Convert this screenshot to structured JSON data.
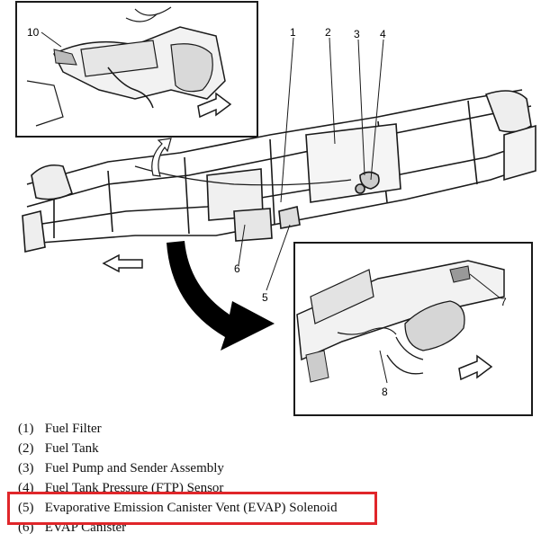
{
  "callouts": {
    "c1": "1",
    "c2": "2",
    "c3": "3",
    "c4": "4",
    "c5": "5",
    "c6": "6",
    "c7": "7",
    "c8": "8",
    "c10": "10"
  },
  "legend": [
    {
      "num": "(1)",
      "label": "Fuel Filter"
    },
    {
      "num": "(2)",
      "label": "Fuel Tank"
    },
    {
      "num": "(3)",
      "label": "Fuel Pump and Sender Assembly"
    },
    {
      "num": "(4)",
      "label": "Fuel Tank Pressure (FTP) Sensor"
    },
    {
      "num": "(5)",
      "label": "Evaporative Emission Canister Vent (EVAP) Solenoid"
    },
    {
      "num": "(6)",
      "label": "EVAP Canister"
    }
  ],
  "colors": {
    "line": "#1a1a1a",
    "highlight": "#e0262a",
    "arrow_fill": "#000000"
  },
  "highlighted_item": "(5)"
}
